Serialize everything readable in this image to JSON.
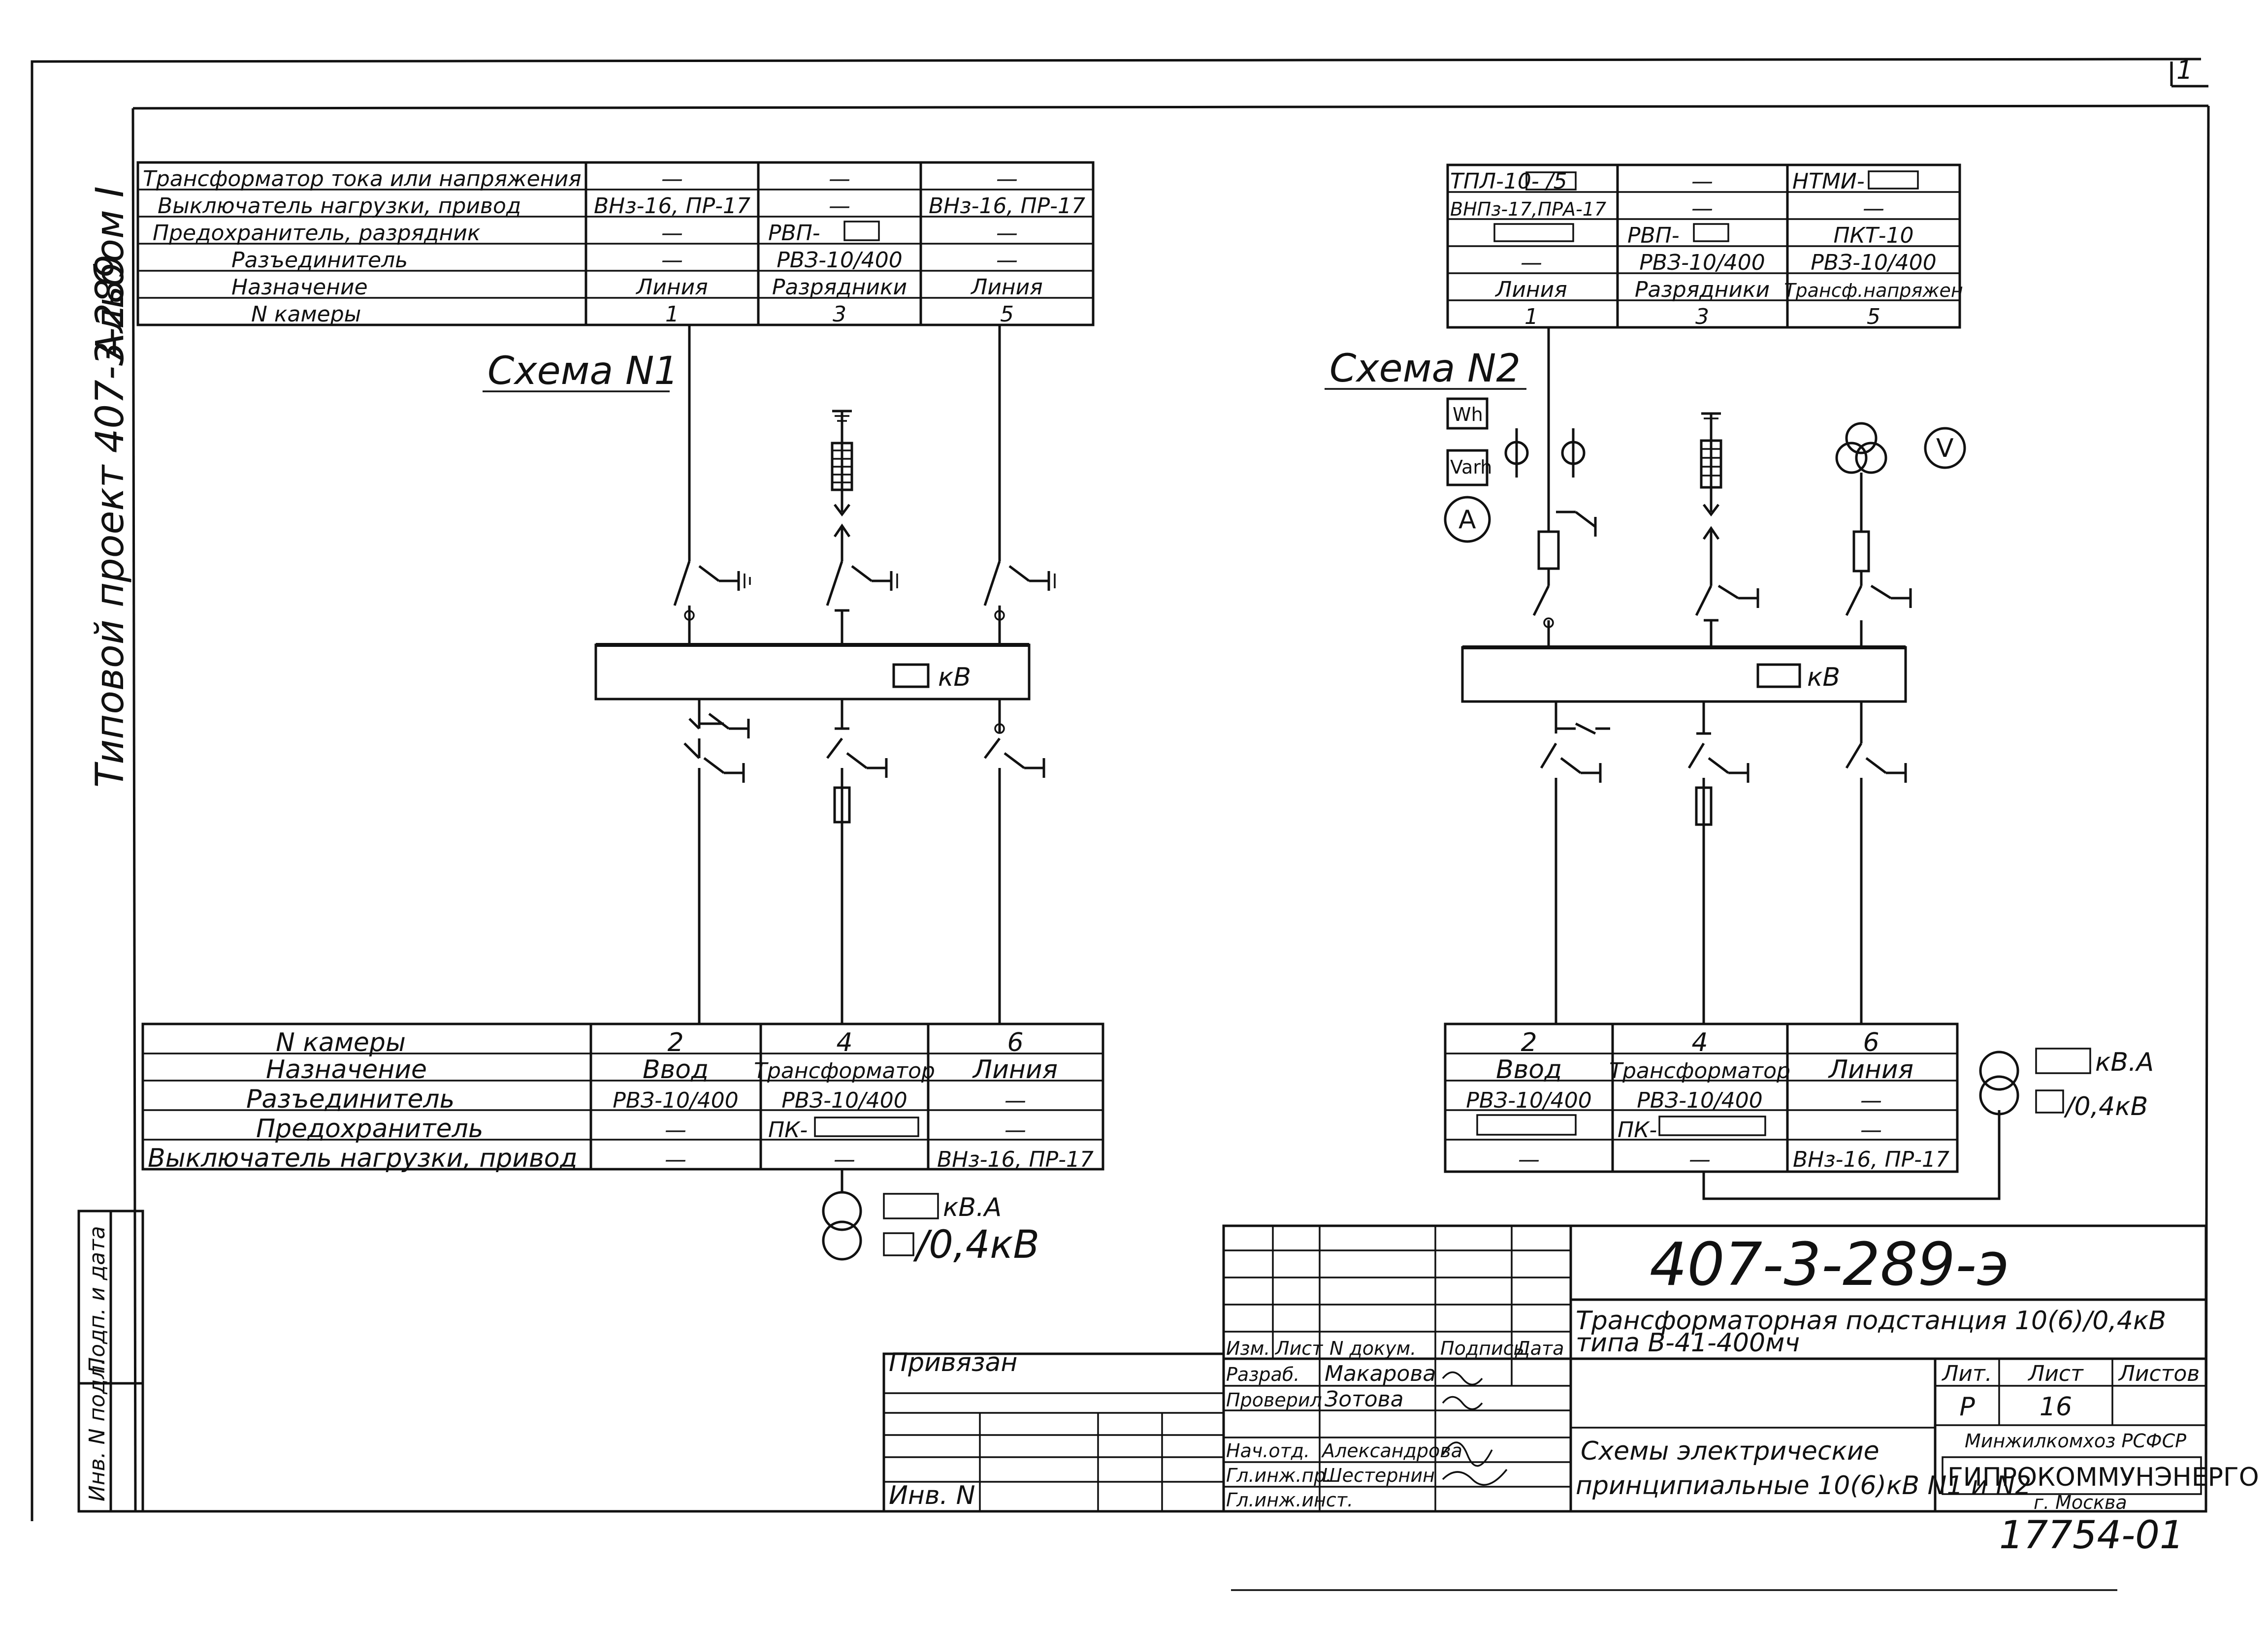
{
  "sheet_corner": "1",
  "side_label": {
    "album": "Альбом I",
    "project": "Типовой проект 407-3-289"
  },
  "scheme1": {
    "title": "Схема N1",
    "top_row_labels": [
      "Трансформатор тока или напряжения",
      "Выключатель нагрузки, привод",
      "Предохранитель, разрядник",
      "Разъединитель",
      "Назначение",
      "N камеры"
    ],
    "top_cols": [
      [
        "—",
        "ВНз-16, ПР-17",
        "—",
        "—",
        "Линия",
        "1"
      ],
      [
        "—",
        "—",
        "РВП-",
        "РВЗ-10/400",
        "Разрядники",
        "3"
      ],
      [
        "—",
        "ВНз-16, ПР-17",
        "—",
        "—",
        "Линия",
        "5"
      ]
    ],
    "bus_unit": "кВ",
    "bottom_row_labels": [
      "N камеры",
      "Назначение",
      "Разъединитель",
      "Предохранитель",
      "Выключатель нагрузки, привод"
    ],
    "bottom_cols": [
      [
        "2",
        "Ввод",
        "РВЗ-10/400",
        "—",
        "—"
      ],
      [
        "4",
        "Трансформатор",
        "РВЗ-10/400",
        "ПК-",
        "—"
      ],
      [
        "6",
        "Линия",
        "—",
        "—",
        "ВНз-16, ПР-17"
      ]
    ],
    "transformer_labels": [
      "кВ.А",
      "/0,4кВ"
    ]
  },
  "scheme2": {
    "title": "Схема N2",
    "top_cols": [
      [
        "ТПЛ-10-   /5",
        "ВНПз-17,ПРА-17",
        "",
        "—",
        "Линия",
        "1"
      ],
      [
        "—",
        "—",
        "РВП-",
        "РВЗ-10/400",
        "Разрядники",
        "3"
      ],
      [
        "НТМИ-",
        "—",
        "ПКТ-10",
        "РВЗ-10/400",
        "Трансф.напряжен",
        "5"
      ]
    ],
    "meters": [
      "Wh",
      "Varh",
      "A",
      "V"
    ],
    "bus_unit": "кВ",
    "bottom_cols": [
      [
        "2",
        "Ввод",
        "РВЗ-10/400",
        "",
        "—"
      ],
      [
        "4",
        "Трансформатор",
        "РВЗ-10/400",
        "ПК-",
        "—"
      ],
      [
        "6",
        "Линия",
        "—",
        "—",
        "ВНз-16, ПР-17"
      ]
    ],
    "transformer_labels": [
      "кВ.А",
      "/0,4кВ"
    ]
  },
  "stamp": {
    "code": "407-3-289-э",
    "title_line1": "Трансформаторная подстанция 10(6)/0,4кВ",
    "title_line2": "типа В-41-400мч",
    "sheet_title1": "Схемы электрические",
    "sheet_title2": "принципиальные 10(6)кВ N1 и N2",
    "headers": [
      "Изм.",
      "Лист",
      "N докум.",
      "Подпись",
      "Дата"
    ],
    "roles": [
      "Разраб.",
      "Проверил",
      "",
      "Нач.отд.",
      "Гл.инж.пр.",
      "Гл.инж.инст."
    ],
    "names": [
      "Макарова",
      "Зотова",
      "",
      "Александрова",
      "Шестернин",
      ""
    ],
    "lit_headers": [
      "Лит.",
      "Лист",
      "Листов"
    ],
    "lit_values": [
      "Р",
      "16",
      ""
    ],
    "org_top": "Минжилкомхоз РСФСР",
    "org": "ГИПРОКОММУНЭНЕРГО",
    "city": "г. Москва",
    "attached": "Привязан",
    "inv": "Инв. N",
    "left_cols": [
      "Инв. N подл.",
      "Подп. и дата"
    ],
    "number": "17754-01"
  }
}
